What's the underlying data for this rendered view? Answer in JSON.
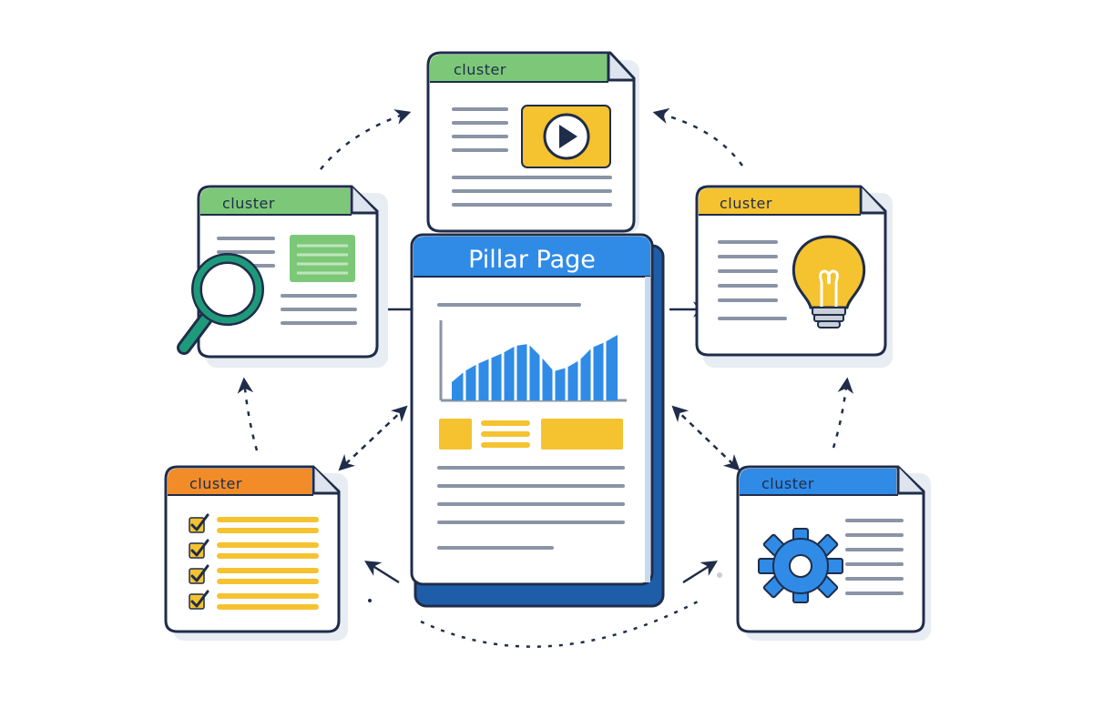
{
  "pillar": {
    "title": "Pillar Page",
    "header_color": "#2f8be6"
  },
  "clusters": [
    {
      "id": "top",
      "label": "cluster",
      "header_color": "#7cc878",
      "icon": "video-play-icon"
    },
    {
      "id": "left",
      "label": "cluster",
      "header_color": "#7cc878",
      "icon": "magnifier-icon"
    },
    {
      "id": "right",
      "label": "cluster",
      "header_color": "#f5c230",
      "icon": "lightbulb-icon"
    },
    {
      "id": "bottom-left",
      "label": "cluster",
      "header_color": "#f28c28",
      "icon": "checklist-icon"
    },
    {
      "id": "bottom-right",
      "label": "cluster",
      "header_color": "#2f8be6",
      "icon": "gear-icon"
    }
  ],
  "colors": {
    "outline": "#1f2d4a",
    "text_lines": "#8a94a6",
    "yellow": "#f5c230",
    "green": "#7cc878",
    "blue": "#2f8be6",
    "teal": "#1e9a7a",
    "dark_blue": "#1e5ea8"
  }
}
